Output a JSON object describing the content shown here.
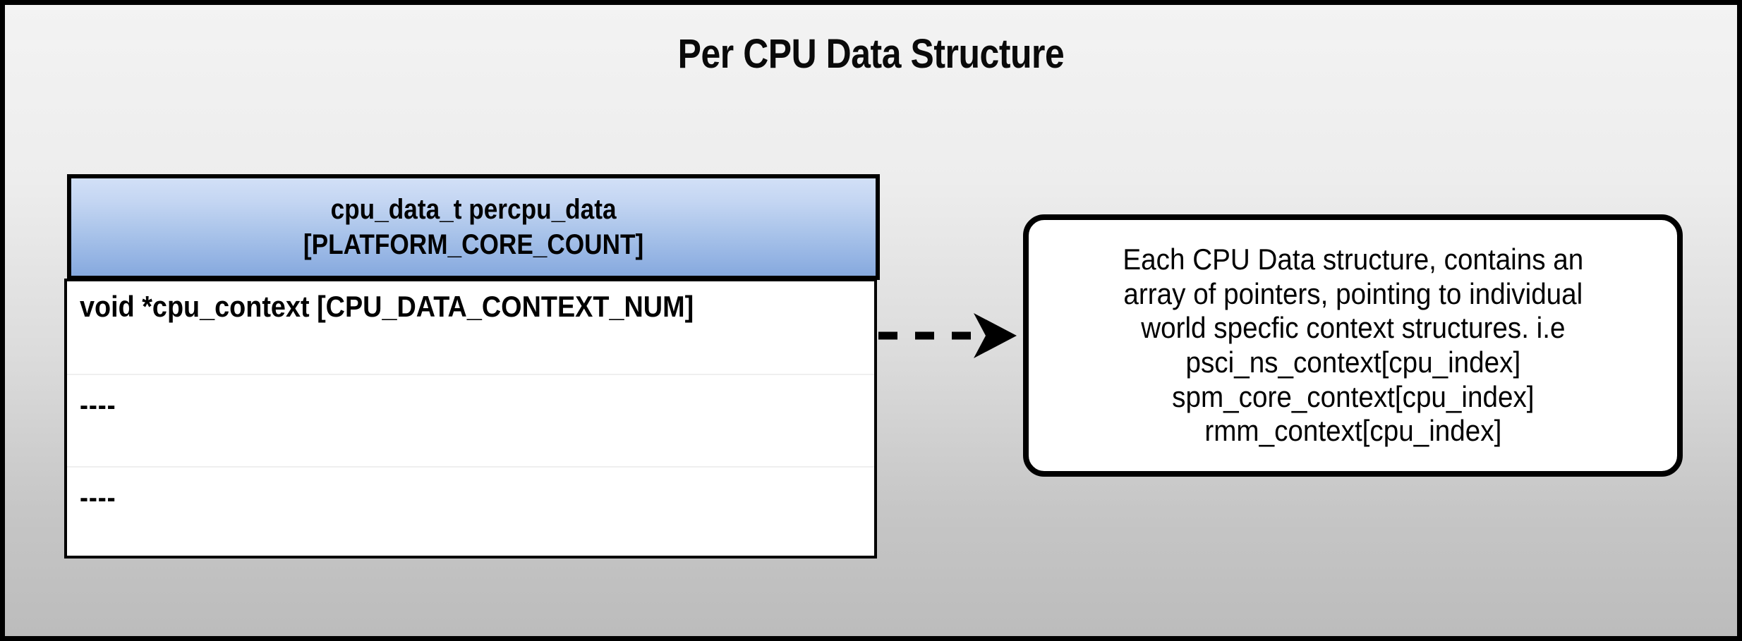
{
  "page": {
    "title": "Per CPU Data Structure",
    "background_top_color": "#f3f3f3",
    "background_bottom_color": "#bcbcbc",
    "border_color": "#000000"
  },
  "struct_table": {
    "header": {
      "line1": "cpu_data_t percpu_data",
      "line2": "[PLATFORM_CORE_COUNT]",
      "gradient_top_color": "#d2e0f7",
      "gradient_bottom_color": "#86a9de"
    },
    "rows": [
      {
        "text": "void *cpu_context [CPU_DATA_CONTEXT_NUM]"
      },
      {
        "text": "----"
      },
      {
        "text": "----"
      }
    ]
  },
  "connector": {
    "style": "dashed-arrow",
    "direction": "right",
    "color": "#000000"
  },
  "callout": {
    "text": "Each CPU Data structure, contains an\narray of pointers, pointing to individual\nworld specfic context structures. i.e\npsci_ns_context[cpu_index]\nspm_core_context[cpu_index]\nrmm_context[cpu_index]",
    "border_color": "#000000",
    "fill_color": "#ffffff"
  }
}
